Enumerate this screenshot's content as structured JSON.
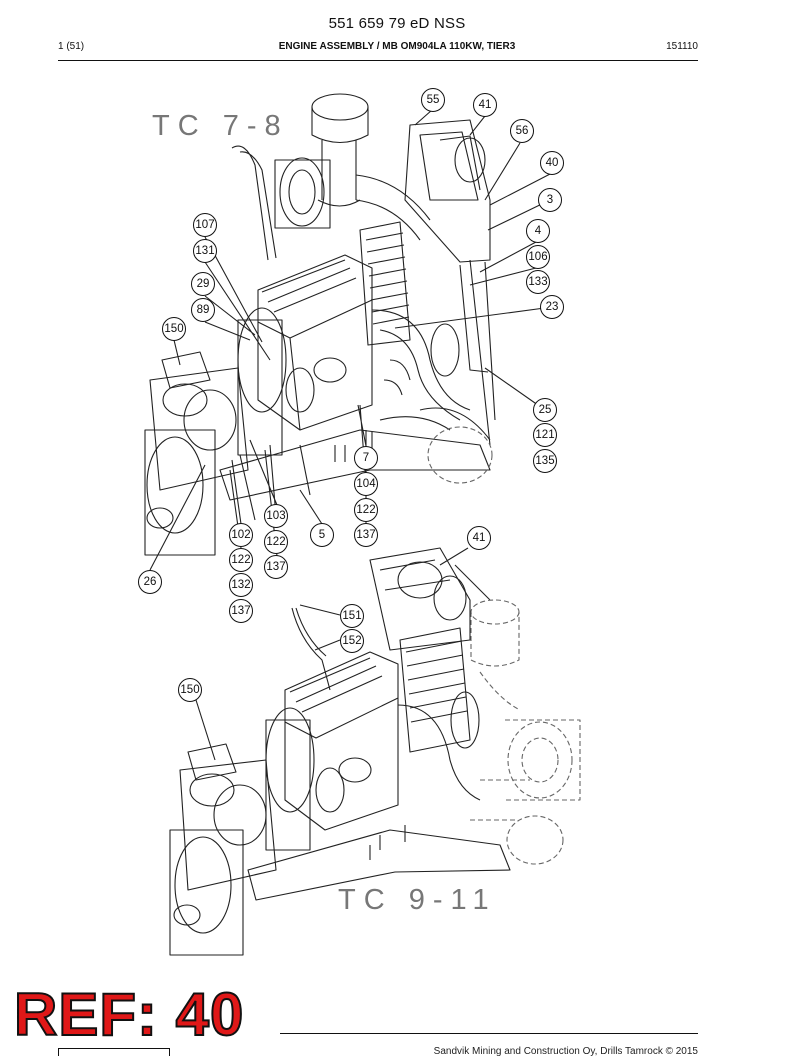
{
  "header": {
    "document_title": "551 659 79 eD NSS",
    "page_number": "1 (51)",
    "assembly_title": "ENGINE ASSEMBLY / MB OM904LA 110KW, TIER3",
    "date_code": "151110"
  },
  "views": {
    "upper_label": "TC 7-8",
    "lower_label": "TC 9-11"
  },
  "callouts": {
    "c55": "55",
    "c41a": "41",
    "c56": "56",
    "c40": "40",
    "c3": "3",
    "c4": "4",
    "c106": "106",
    "c133": "133",
    "c23": "23",
    "c107": "107",
    "c131": "131",
    "c29": "29",
    "c89": "89",
    "c150a": "150",
    "c25": "25",
    "c121": "121",
    "c135": "135",
    "c7": "7",
    "c104": "104",
    "c122a": "122",
    "c137a": "137",
    "c103": "103",
    "c5": "5",
    "c102": "102",
    "c122b": "122",
    "c137b": "137",
    "c122c": "122",
    "c132": "132",
    "c137c": "137",
    "c26": "26",
    "c41b": "41",
    "c151": "151",
    "c152": "152",
    "c150b": "150"
  },
  "stamp": {
    "text": "REF: 40"
  },
  "footer": {
    "copyright": "Sandvik Mining and Construction Oy, Drills Tamrock © 2015"
  }
}
